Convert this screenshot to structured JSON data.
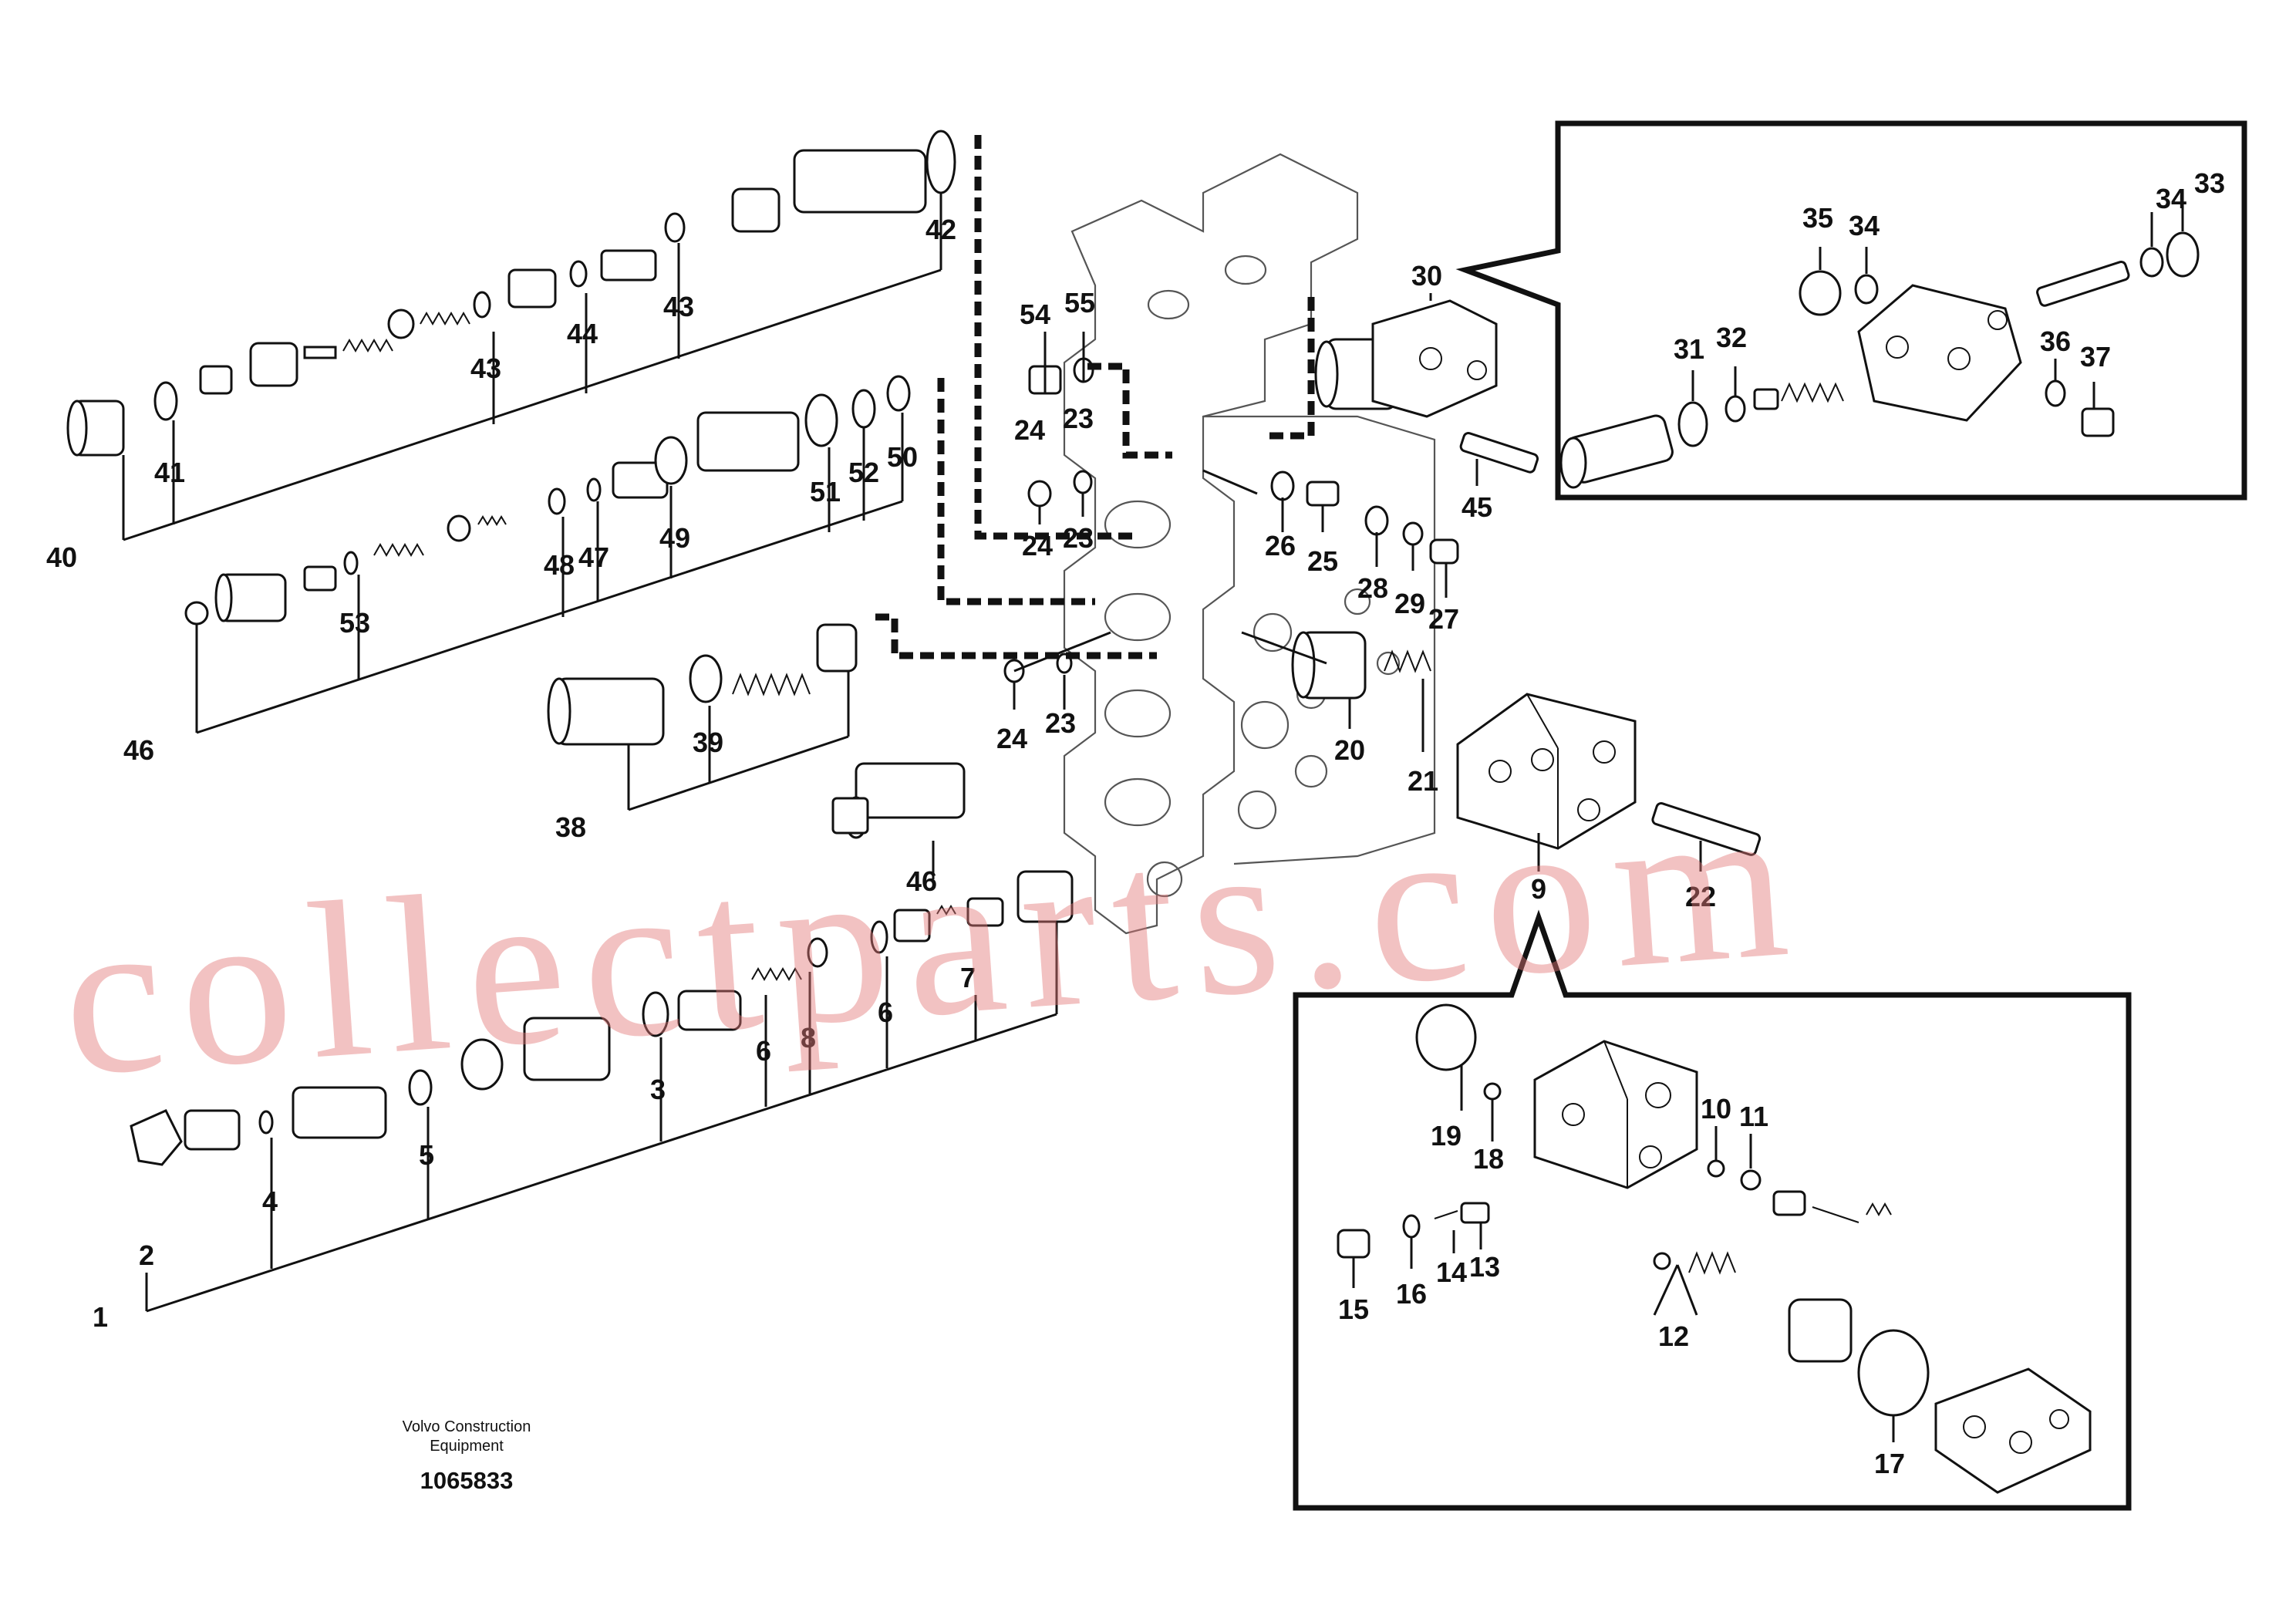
{
  "credit": {
    "company_line1": "Volvo Construction",
    "company_line2": "Equipment",
    "drawing_number": "1065833"
  },
  "watermark": "collectparts.com",
  "callouts": [
    "1",
    "2",
    "3",
    "4",
    "5",
    "6",
    "6",
    "7",
    "8",
    "9",
    "10",
    "11",
    "12",
    "13",
    "14",
    "15",
    "16",
    "17",
    "18",
    "19",
    "20",
    "21",
    "22",
    "23",
    "23",
    "23",
    "24",
    "24",
    "24",
    "25",
    "26",
    "27",
    "28",
    "29",
    "30",
    "31",
    "32",
    "33",
    "34",
    "34",
    "35",
    "36",
    "37",
    "38",
    "39",
    "40",
    "41",
    "42",
    "43",
    "43",
    "44",
    "45",
    "46",
    "46",
    "47",
    "48",
    "49",
    "50",
    "51",
    "52",
    "53",
    "54",
    "55"
  ],
  "colors": {
    "ink": "#111111",
    "watermark": "#e27878"
  }
}
